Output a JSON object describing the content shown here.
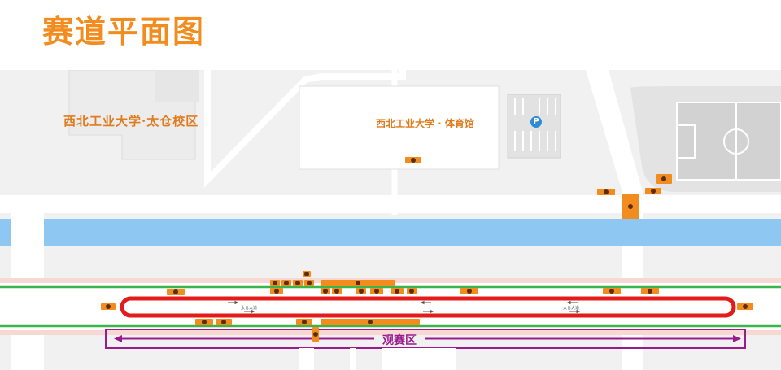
{
  "title": "赛道平面图",
  "campus_label": "西北工业大学·太仓校区",
  "gym_label": "西北工业大学 · 体育馆",
  "parking_label": "P",
  "track_road_label": "太仓大道",
  "viewing_label": "观赛区",
  "colors": {
    "title": "#f28c1e",
    "river": "#8ec8f2",
    "track": "#e31b1b",
    "green_line": "#3bb54a",
    "viewing_border": "#9b1b8f",
    "marker": "#f28c1e"
  },
  "icons": {
    "parking": "parking-icon",
    "direction": "arrow-icon",
    "marker": "map-marker-icon"
  }
}
